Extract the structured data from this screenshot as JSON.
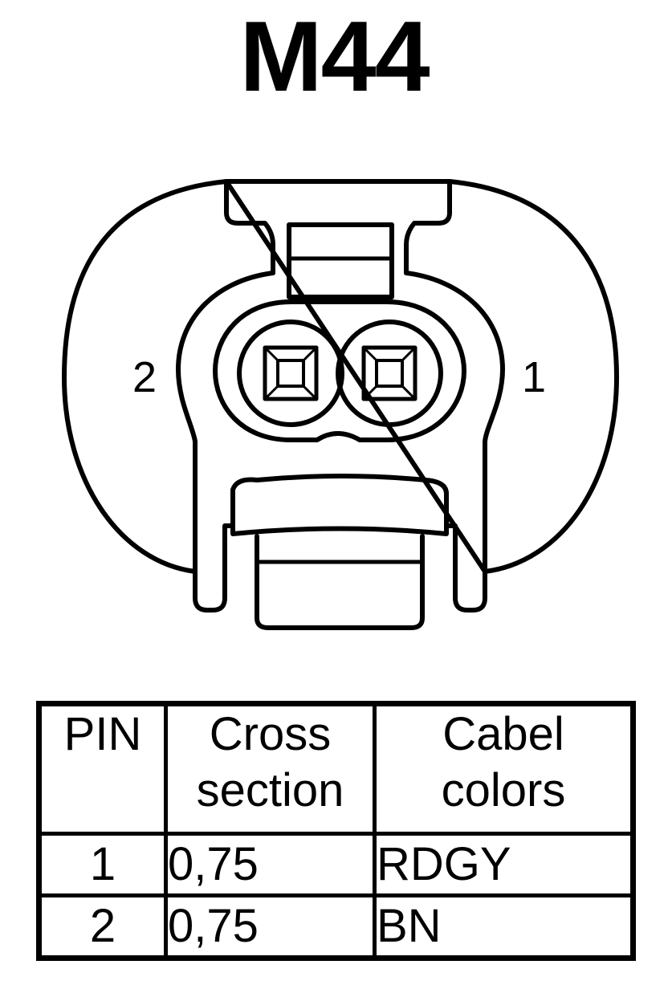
{
  "title": "M44",
  "connector": {
    "pin_labels": {
      "left": "2",
      "right": "1"
    }
  },
  "table": {
    "headers": [
      {
        "line1": "PIN",
        "line2": ""
      },
      {
        "line1": "Cross",
        "line2": "section"
      },
      {
        "line1": "Cabel",
        "line2": "colors"
      }
    ],
    "rows": [
      {
        "pin": "1",
        "cross_section": "0,75",
        "color": "RDGY"
      },
      {
        "pin": "2",
        "cross_section": "0,75",
        "color": "BN"
      }
    ]
  }
}
